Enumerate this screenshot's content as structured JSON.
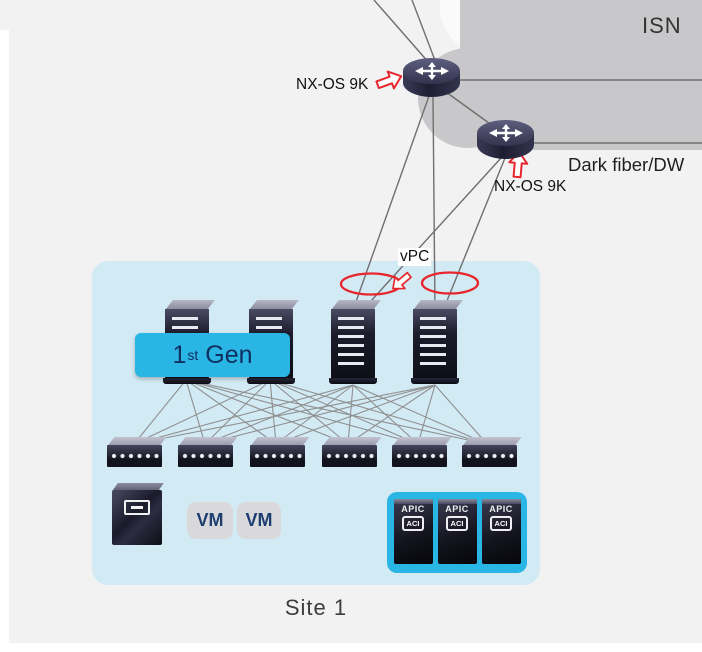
{
  "labels": {
    "isn": "ISN",
    "dark_fiber": "Dark fiber/DW",
    "nxos_top": "NX-OS 9K",
    "nxos_bottom": "NX-OS 9K",
    "vpc": "vPC",
    "site": "Site 1"
  },
  "gen_badge": {
    "num": "1",
    "sup": "st",
    "rest": "Gen"
  },
  "vm_badges": [
    "VM",
    "VM"
  ],
  "apic_nodes": [
    {
      "title": "APIC",
      "badge": "ACI"
    },
    {
      "title": "APIC",
      "badge": "ACI"
    },
    {
      "title": "APIC",
      "badge": "ACI"
    }
  ],
  "colors": {
    "accent_cyan": "#29b6e4",
    "site_box_blue": "#d2eaf4",
    "cloud_gray": "#c8c8ca",
    "alert_red": "#e8262d"
  }
}
